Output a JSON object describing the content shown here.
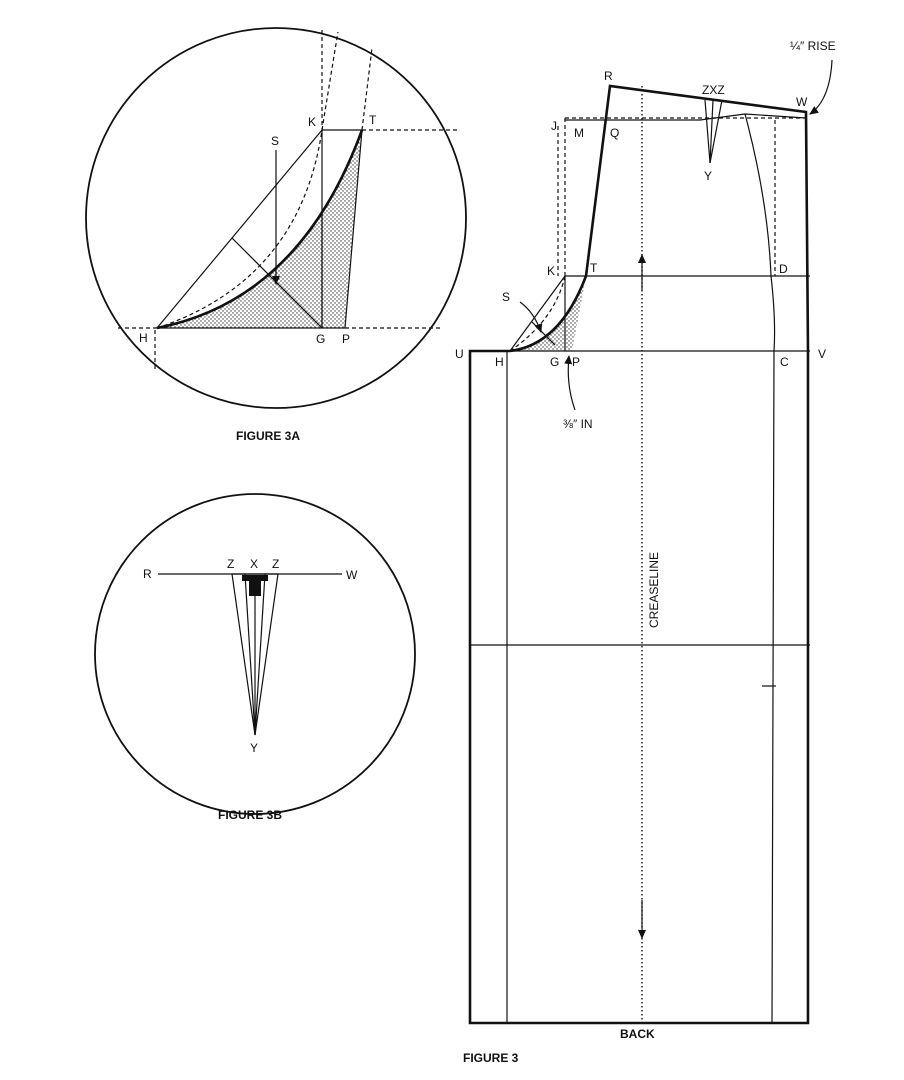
{
  "figure3a": {
    "caption": "FIGURE 3A",
    "points": {
      "K": "K",
      "T": "T",
      "S": "S",
      "H": "H",
      "G": "G",
      "P": "P"
    }
  },
  "figure3b": {
    "caption": "FIGURE 3B",
    "points": {
      "R": "R",
      "W": "W",
      "Z1": "Z",
      "X": "X",
      "Z2": "Z",
      "Y": "Y"
    }
  },
  "figure3": {
    "caption": "FIGURE 3",
    "bottom_label": "BACK",
    "creaseline": "CREASELINE",
    "rise_note": "¼″ RISE",
    "in_note": "⅜″ IN",
    "points": {
      "R": "R",
      "ZXZ": "ZXZ",
      "W": "W",
      "J": "J",
      "M": "M",
      "Q": "Q",
      "Y": "Y",
      "K": "K",
      "T": "T",
      "D": "D",
      "S": "S",
      "U": "U",
      "H": "H",
      "G": "G",
      "P": "P",
      "C": "C",
      "V": "V"
    }
  }
}
